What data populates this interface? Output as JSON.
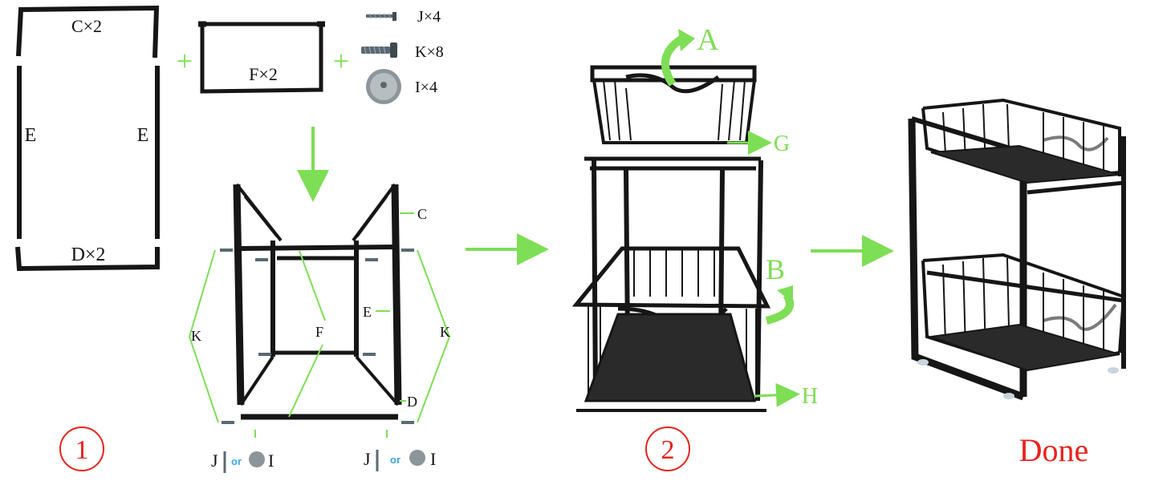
{
  "colors": {
    "frame": "#161616",
    "green": "#7ede55",
    "red": "#e8231c",
    "blue": "#3aa6e8",
    "screw": "#5a6a72"
  },
  "step1": {
    "number": "①",
    "part_c": "C×2",
    "part_d": "D×2",
    "part_e": "E",
    "part_f": "F×2",
    "hardware_j": "J×4",
    "hardware_k": "K×8",
    "hardware_i": "I×4",
    "plus": "+",
    "callout_c": "C",
    "callout_e": "E",
    "callout_f": "F",
    "callout_d": "D",
    "callout_k": "K",
    "foot_j": "J",
    "foot_or": "or",
    "foot_i": "I"
  },
  "step2": {
    "number": "②",
    "label_a": "A",
    "label_b": "B",
    "label_g": "G",
    "label_h": "H"
  },
  "done": {
    "label": "Done"
  }
}
